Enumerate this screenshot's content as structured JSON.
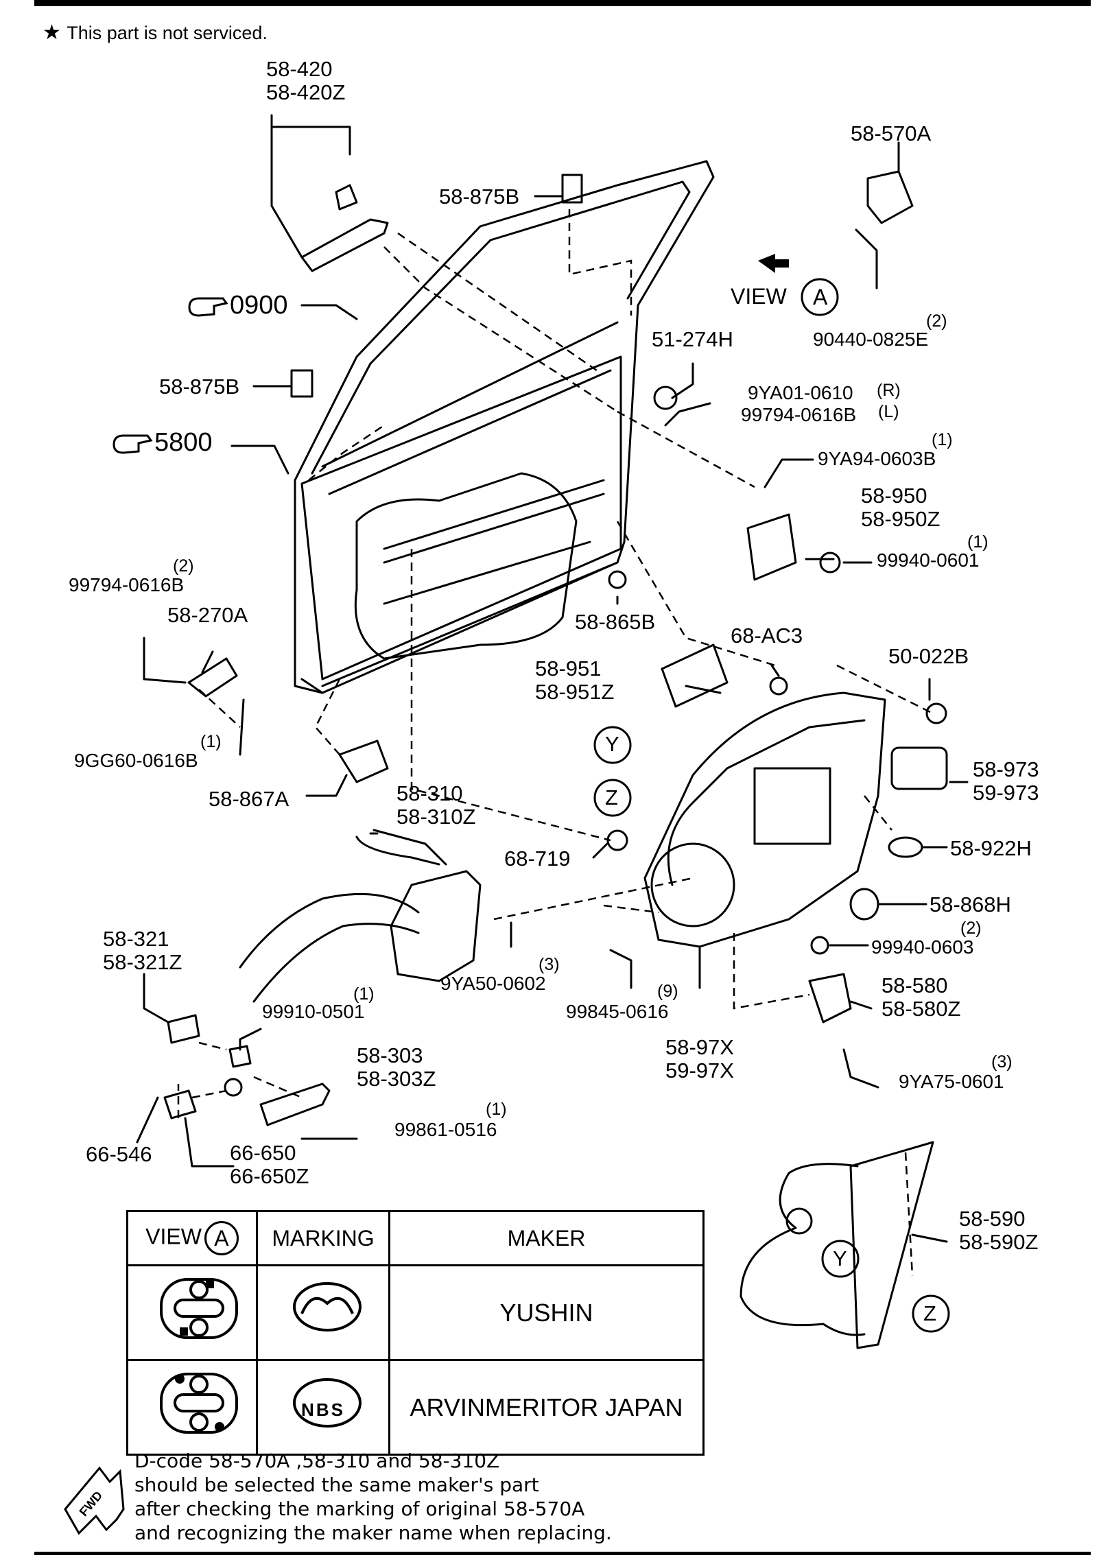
{
  "note": {
    "star": "★",
    "text": "This part is not serviced."
  },
  "refs": {
    "ref_0900": "0900",
    "ref_5800": "5800"
  },
  "view_label": {
    "text": "VIEW",
    "circle": "A"
  },
  "circles": {
    "y": "Y",
    "z": "Z"
  },
  "labels": {
    "p58_420": "58-420",
    "p58_420z": "58-420Z",
    "p58_875b_top": "58-875B",
    "p58_875b_left": "58-875B",
    "p58_570a": "58-570A",
    "p90440_qty": "(2)",
    "p90440": "90440-0825E",
    "p51_274h": "51-274H",
    "p9ya01": "9YA01-0610",
    "p9ya01_side": "(R)",
    "p99794_r": "99794-0616B",
    "p99794_r_side": "(L)",
    "p9ya94_qty": "(1)",
    "p9ya94": "9YA94-0603B",
    "p58_950": "58-950",
    "p58_950z": "58-950Z",
    "p99940_0601_qty": "(1)",
    "p99940_0601": "99940-0601",
    "p99794_l_qty": "(2)",
    "p99794_l": "99794-0616B",
    "p58_270a": "58-270A",
    "p58_865b": "58-865B",
    "p68_ac3": "68-AC3",
    "p50_022b": "50-022B",
    "p58_951": "58-951",
    "p58_951z": "58-951Z",
    "p9gg60_qty": "(1)",
    "p9gg60": "9GG60-0616B",
    "p58_867a": "58-867A",
    "p58_973": "58-973",
    "p59_973": "59-973",
    "p58_310": "58-310",
    "p58_310z": "58-310Z",
    "p68_719": "68-719",
    "p58_922h": "58-922H",
    "p58_868h": "58-868H",
    "p58_321": "58-321",
    "p58_321z": "58-321Z",
    "p99940_0603_qty": "(2)",
    "p99940_0603": "99940-0603",
    "p9ya50_qty": "(3)",
    "p9ya50": "9YA50-0602",
    "p99910_qty": "(1)",
    "p99910": "99910-0501",
    "p99845_qty": "(9)",
    "p99845": "99845-0616",
    "p58_580": "58-580",
    "p58_580z": "58-580Z",
    "p58_303": "58-303",
    "p58_303z": "58-303Z",
    "p58_97x": "58-97X",
    "p59_97x": "59-97X",
    "p9ya75_qty": "(3)",
    "p9ya75": "9YA75-0601",
    "p99861_qty": "(1)",
    "p99861": "99861-0516",
    "p66_546": "66-546",
    "p66_650": "66-650",
    "p66_650z": "66-650Z",
    "p58_590": "58-590",
    "p58_590z": "58-590Z"
  },
  "table": {
    "headers": {
      "view": "VIEW",
      "view_circle": "A",
      "marking": "MARKING",
      "maker": "MAKER"
    },
    "rows": [
      {
        "maker": "YUSHIN",
        "marking_text": ""
      },
      {
        "maker": "ARVINMERITOR JAPAN",
        "marking_text": "NBS"
      }
    ]
  },
  "footnote": {
    "line1": "D-code  58-570A ,58-310  and  58-310Z",
    "line2": "should be selected the same maker's part",
    "line3": "after checking the marking of original  58-570A",
    "line4": "and recognizing the maker name when replacing.",
    "fwd": "FWD"
  }
}
